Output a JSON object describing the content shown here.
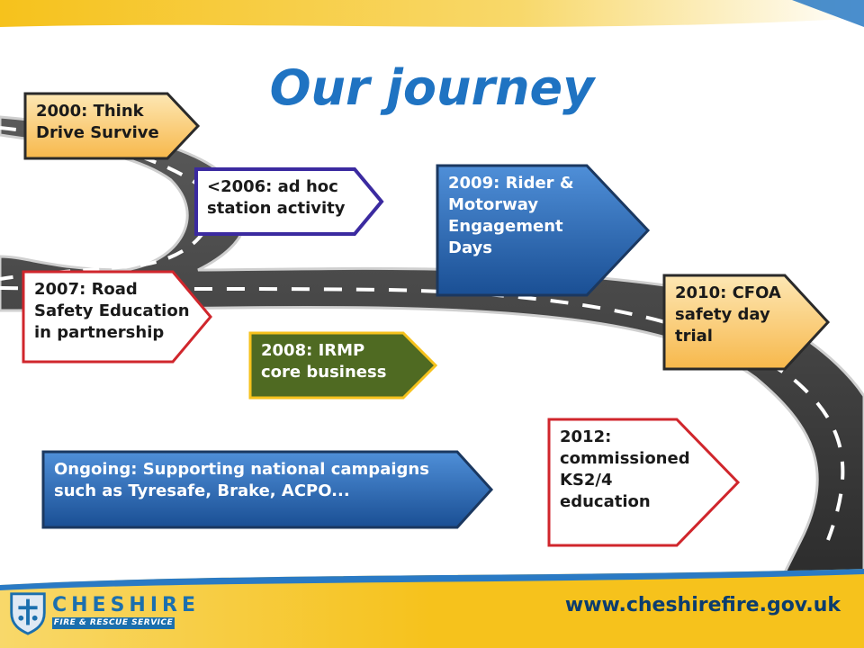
{
  "slide": {
    "title": "Our journey",
    "milestones": [
      {
        "id": "m2000",
        "text": "2000: Think\nDrive Survive"
      },
      {
        "id": "m2006",
        "text": "<2006: ad hoc\nstation activity"
      },
      {
        "id": "m2009",
        "text": "2009:  Rider &\nMotorway\nEngagement\nDays"
      },
      {
        "id": "m2007",
        "text": "2007: Road\nSafety Education\nin partnership"
      },
      {
        "id": "m2010",
        "text": "2010: CFOA\nsafety day\ntrial"
      },
      {
        "id": "m2008",
        "text": "2008: IRMP\ncore business"
      },
      {
        "id": "m2012",
        "text": "2012:\ncommissioned\nKS2/4\neducation"
      },
      {
        "id": "ongoing",
        "text": "Ongoing:  Supporting national campaigns\nsuch as Tyresafe, Brake, ACPO..."
      }
    ]
  },
  "footer": {
    "org_name": "CHESHIRE",
    "org_subtitle": "FIRE & RESCUE SERVICE",
    "website": "www.cheshirefire.gov.uk"
  },
  "colors": {
    "title": "#1f73c2",
    "blue_sign": "#1f5fa8",
    "orange_sign": "#f7c46b",
    "green_sign": "#4f6a22",
    "red_border": "#d0262c",
    "purple_border": "#3b2aa0",
    "footer_yellow": "#f6c21c",
    "footer_blue": "#1b6fae"
  }
}
